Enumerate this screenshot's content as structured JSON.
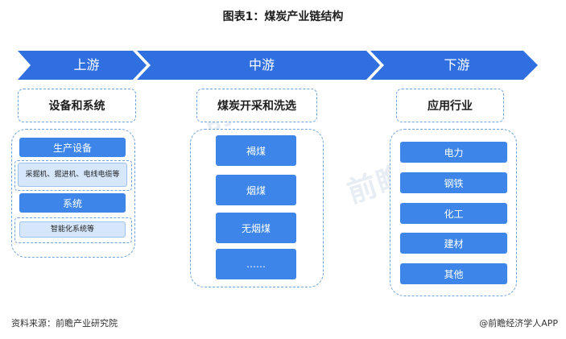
{
  "title": "图表1：煤炭产业链结构",
  "stages": [
    {
      "label": "上游",
      "head": "设备和系统"
    },
    {
      "label": "中游",
      "head": "煤炭开采和洗选"
    },
    {
      "label": "下游",
      "head": "应用行业"
    }
  ],
  "upstream": {
    "equipment": "生产设备",
    "equipment_detail": "采掘机、掘进机、电线电缆等",
    "system": "系统",
    "system_detail": "智能化系统等"
  },
  "midstream_items": [
    "褐煤",
    "烟煤",
    "无烟煤",
    "……"
  ],
  "downstream_items": [
    "电力",
    "钢铁",
    "化工",
    "建材",
    "其他"
  ],
  "footer": {
    "source": "资料来源：前瞻产业研究院",
    "brand": "@前瞻经济学人APP"
  },
  "colors": {
    "arrow": "#2f6fe0",
    "pill": "#3d85e8",
    "dashed_border": "#6fa3de"
  }
}
